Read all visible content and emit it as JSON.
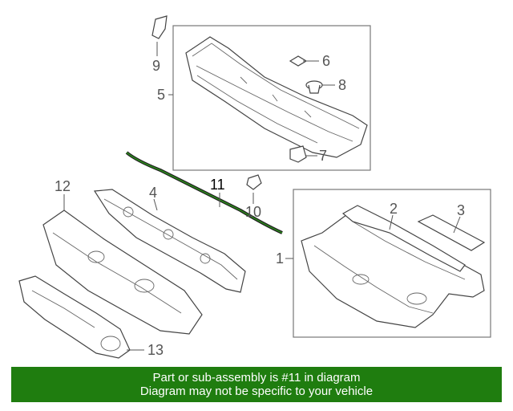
{
  "callouts": {
    "c1": "1",
    "c2": "2",
    "c3": "3",
    "c4": "4",
    "c5": "5",
    "c6": "6",
    "c7": "7",
    "c8": "8",
    "c9": "9",
    "c10": "10",
    "c11": "11",
    "c12": "12",
    "c13": "13"
  },
  "highlight_color": "#2a8a1a",
  "banner": {
    "line1": "Part or sub-assembly is #11 in diagram",
    "line2": "Diagram may not be specific to your vehicle",
    "background": "#1f7d0f"
  }
}
